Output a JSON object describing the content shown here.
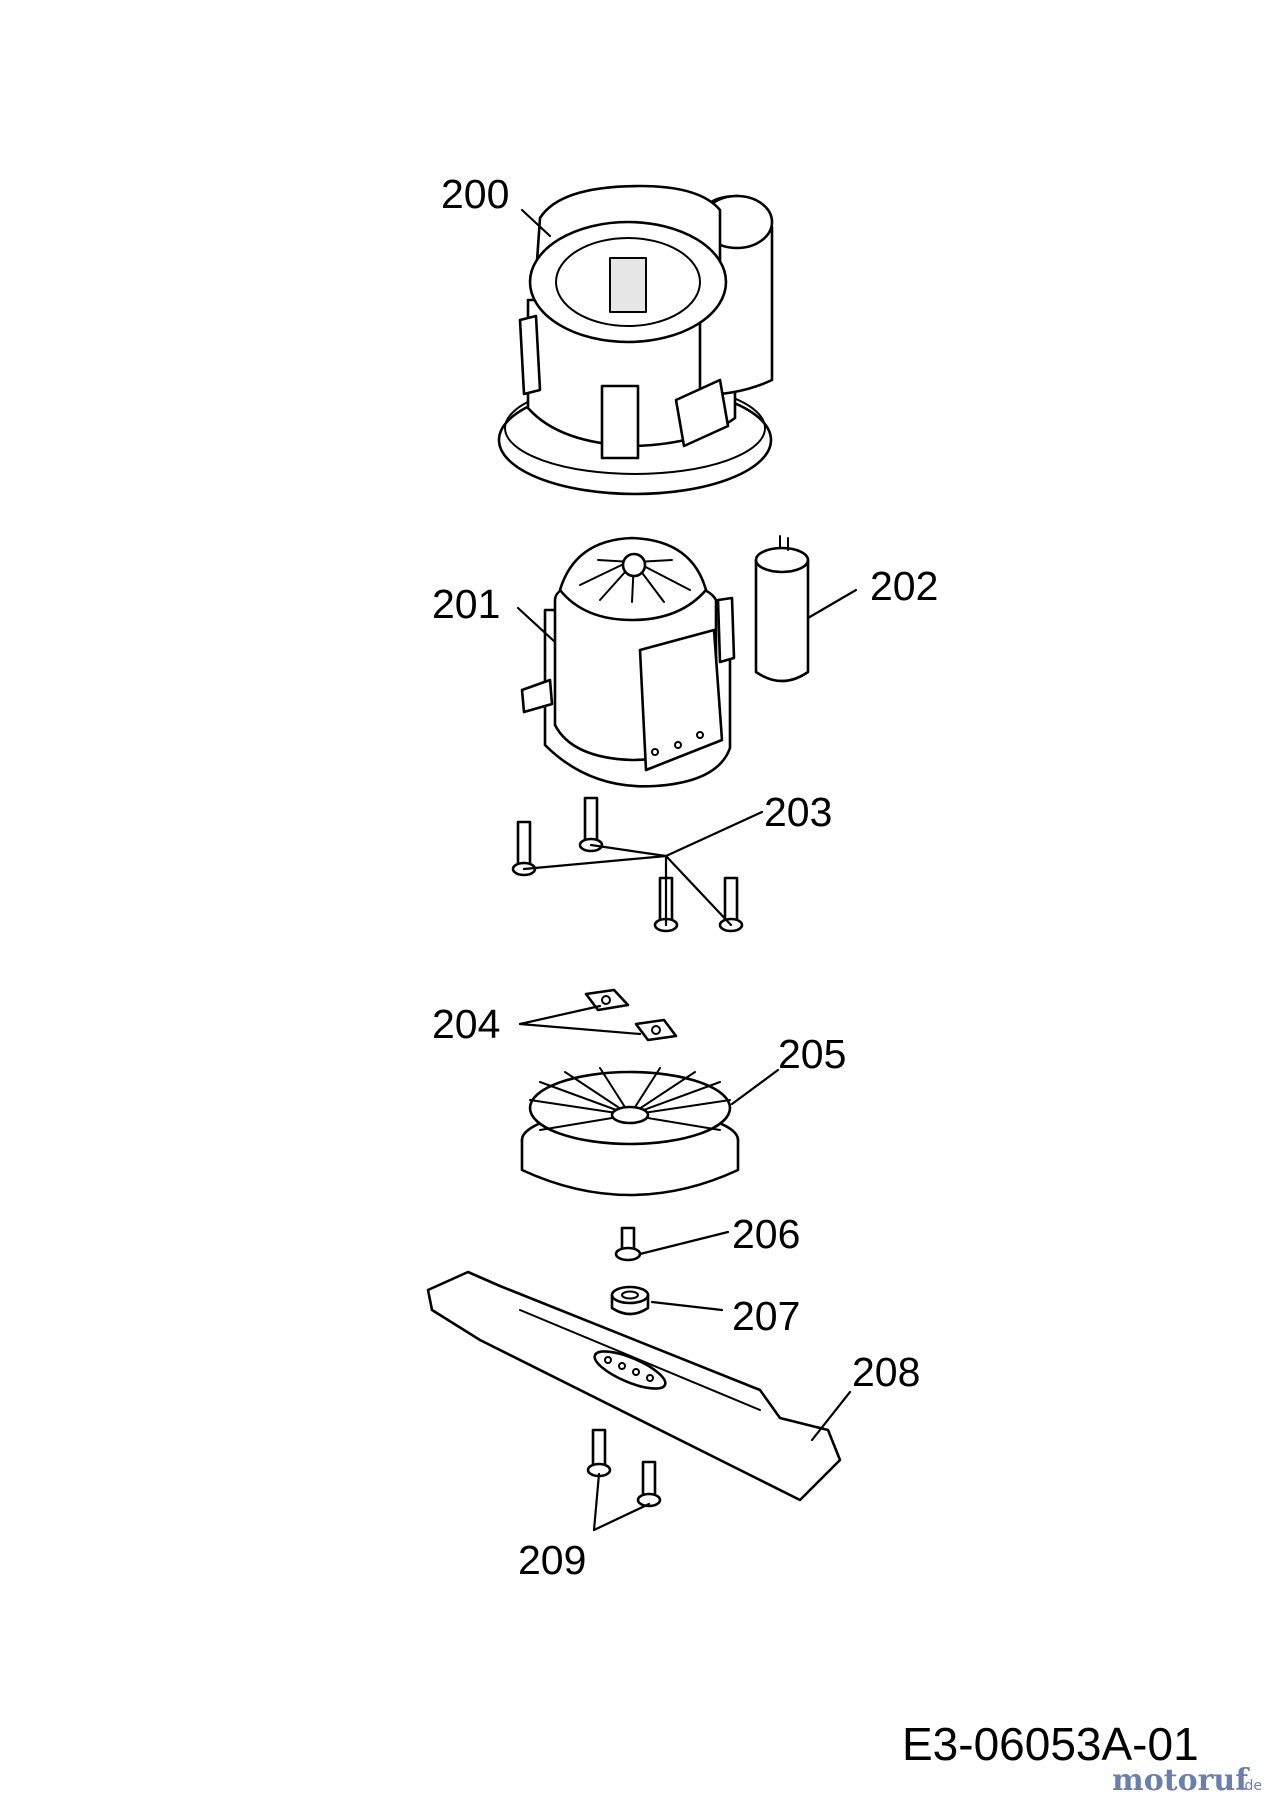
{
  "diagram": {
    "parts": [
      {
        "id": "200",
        "name": "motor-housing"
      },
      {
        "id": "201",
        "name": "motor"
      },
      {
        "id": "202",
        "name": "capacitor"
      },
      {
        "id": "203",
        "name": "motor-screws"
      },
      {
        "id": "204",
        "name": "square-nuts"
      },
      {
        "id": "205",
        "name": "fan-impeller"
      },
      {
        "id": "206",
        "name": "blade-screw"
      },
      {
        "id": "207",
        "name": "spacer-ring"
      },
      {
        "id": "208",
        "name": "blade"
      },
      {
        "id": "209",
        "name": "blade-screws"
      }
    ],
    "drawing_code": "E3-06053A-01",
    "watermark": {
      "main": "motoruf",
      "suffix": ".de"
    }
  }
}
